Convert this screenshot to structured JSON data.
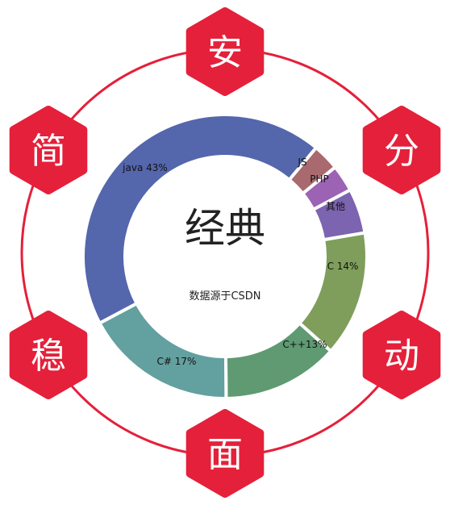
{
  "center": {
    "title": "经典",
    "subtitle": "数据源于CSDN"
  },
  "hexagons": [
    {
      "text": "安"
    },
    {
      "text": "分"
    },
    {
      "text": "动"
    },
    {
      "text": "面"
    },
    {
      "text": "稳"
    },
    {
      "text": "简"
    }
  ],
  "colors": {
    "ring": "#e5203a",
    "hex_fill": "#e5203a",
    "hex_text": "#ffffff"
  },
  "chart_data": {
    "type": "pie",
    "subtype": "donut",
    "title": "",
    "slices": [
      {
        "label": "java 43%",
        "category": "java",
        "value": 43,
        "color": "#5466ac"
      },
      {
        "label": "JS",
        "category": "JS",
        "value": 3,
        "color": "#a86a6e"
      },
      {
        "label": "PHP",
        "category": "PHP",
        "value": 3,
        "color": "#9c63b4"
      },
      {
        "label": "其他",
        "category": "其他",
        "value": 5,
        "color": "#7c64b0"
      },
      {
        "label": "C 14%",
        "category": "C",
        "value": 14,
        "color": "#7f9e5c"
      },
      {
        "label": "C++13%",
        "category": "C++",
        "value": 13,
        "color": "#5f9a72"
      },
      {
        "label": "C# 17%",
        "category": "C#",
        "value": 17,
        "color": "#63a0a0"
      }
    ]
  }
}
